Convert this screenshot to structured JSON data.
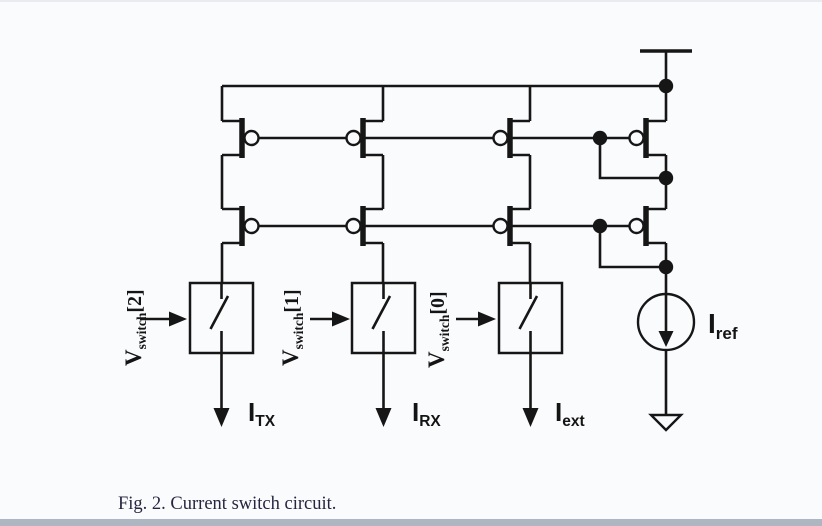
{
  "figure": {
    "caption": "Fig. 2. Current switch circuit."
  },
  "switch_controls": [
    {
      "base": "V",
      "sub": "switch",
      "index": "[2]"
    },
    {
      "base": "V",
      "sub": "switch",
      "index": "[1]"
    },
    {
      "base": "V",
      "sub": "switch",
      "index": "[0]"
    }
  ],
  "output_currents": [
    {
      "base": "I",
      "sub": "TX"
    },
    {
      "base": "I",
      "sub": "RX"
    },
    {
      "base": "I",
      "sub": "ext"
    }
  ],
  "reference_current": {
    "base": "I",
    "sub": "ref"
  },
  "symbols": [
    "vdd-supply-icon",
    "pmos-transistor-icon",
    "junction-dot-icon",
    "switch-box-icon",
    "arrow-icon",
    "current-source-icon",
    "ground-icon"
  ],
  "colors": {
    "ink": "#161616",
    "caption_text": "#262640",
    "bottom_band": "#aeb6c2",
    "background": "#fafbfd"
  }
}
